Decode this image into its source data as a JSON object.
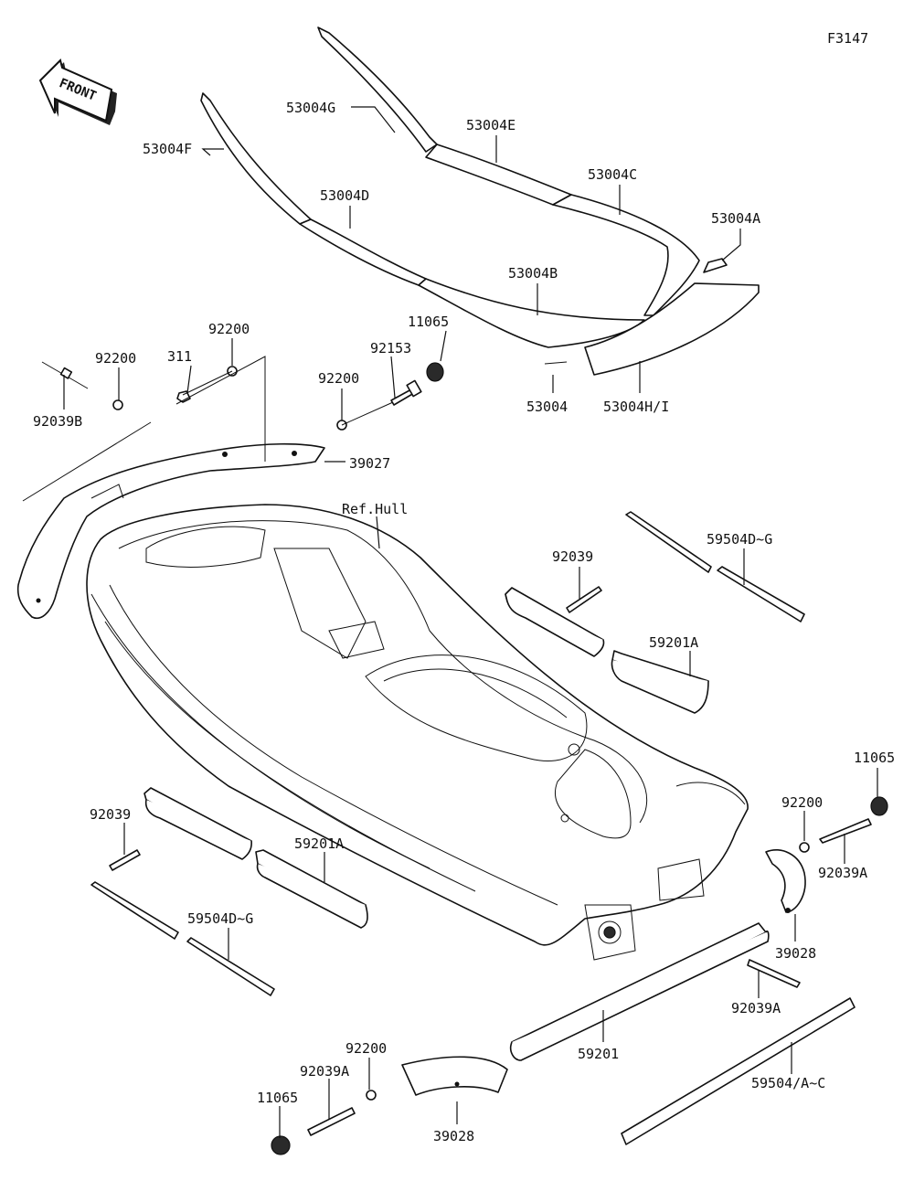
{
  "diagram": {
    "figure_code": "F3147",
    "direction_label": "FRONT",
    "labels": {
      "l53004G": "53004G",
      "l53004E": "53004E",
      "l53004F": "53004F",
      "l53004D": "53004D",
      "l53004C": "53004C",
      "l53004A": "53004A",
      "l53004B": "53004B",
      "l53004": "53004",
      "l53004HI": "53004H/I",
      "l92200_a": "92200",
      "l92200_b": "92200",
      "l311": "311",
      "l92039B": "92039B",
      "l11065_a": "11065",
      "l92153": "92153",
      "l92200_c": "92200",
      "l39027": "39027",
      "l_refhull": "Ref.Hull",
      "l92039_a": "92039",
      "l59504DG_a": "59504D~G",
      "l59201A_a": "59201A",
      "l11065_b": "11065",
      "l92200_d": "92200",
      "l92039A_a": "92039A",
      "l92039_b": "92039",
      "l59201A_b": "59201A",
      "l59504DG_b": "59504D~G",
      "l39028_a": "39028",
      "l92039A_b": "92039A",
      "l59201": "59201",
      "l92200_e": "92200",
      "l92039A_c": "92039A",
      "l59504AC": "59504/A~C",
      "l11065_c": "11065",
      "l39028_b": "39028"
    }
  }
}
